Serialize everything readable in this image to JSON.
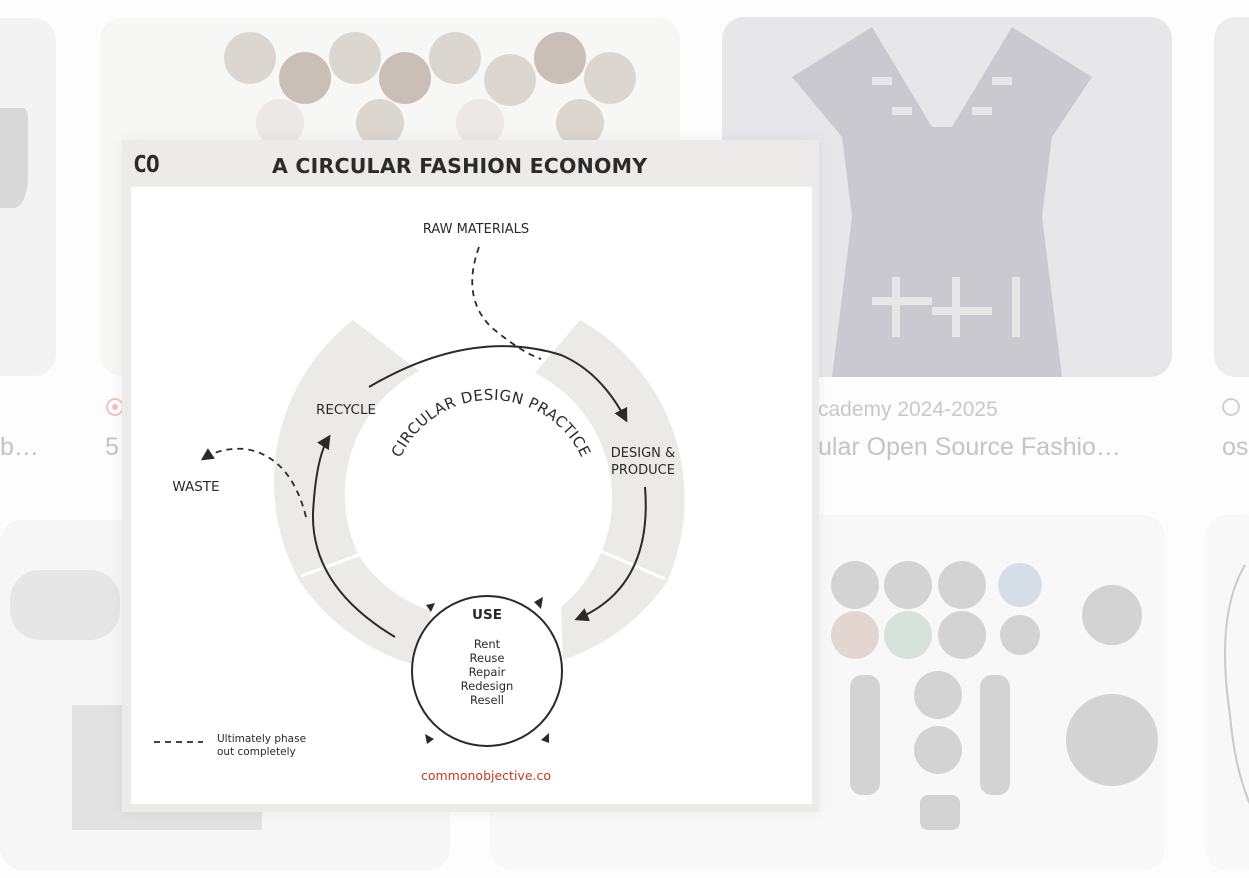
{
  "background_cards": [
    {
      "id": "card-left-top",
      "source": "",
      "title": "b…"
    },
    {
      "id": "card-center-top",
      "source": "",
      "title": "5"
    },
    {
      "id": "card-right-top",
      "source": "cademy 2024-2025",
      "title": "ular Open Source Fashio…"
    },
    {
      "id": "card-far-right-top",
      "source": "",
      "title": "os"
    }
  ],
  "infographic": {
    "logo": "CO",
    "title": "A CIRCULAR FASHION ECONOMY",
    "raw_materials": "RAW MATERIALS",
    "waste": "WASTE",
    "recycle": "RECYCLE",
    "design_produce_1": "DESIGN &",
    "design_produce_2": "PRODUCE",
    "circular_practice": "CIRCULAR DESIGN PRACTICE",
    "use": "USE",
    "use_items": [
      "Rent",
      "Reuse",
      "Repair",
      "Redesign",
      "Resell"
    ],
    "legend_1": "Ultimately phase",
    "legend_2": "out completely",
    "website": "commonobjective.co",
    "accent_color": "#c23a1e",
    "ring_color": "#ebeae8"
  }
}
